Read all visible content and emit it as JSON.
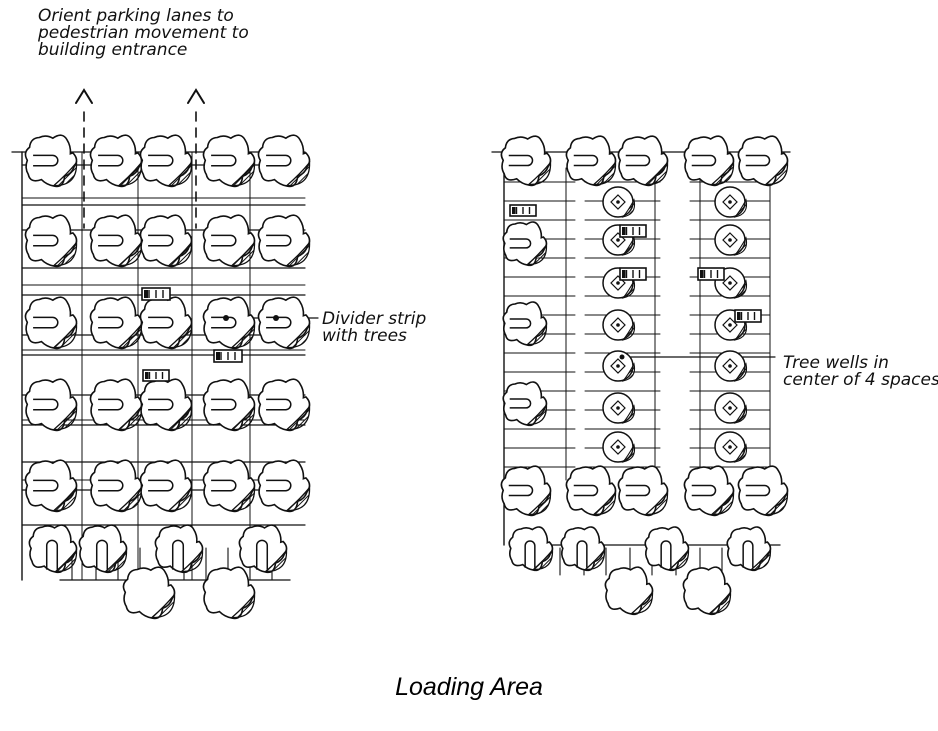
{
  "annotations": {
    "orient_parking": "Orient parking lanes to\npedestrian movement to\nbuilding entrance",
    "divider_strip": "Divider strip\nwith trees",
    "tree_wells": "Tree wells in\ncenter of 4 spaces"
  },
  "caption": "Loading Area",
  "colors": {
    "ink": "#111111",
    "paper": "#ffffff"
  },
  "icons": [
    "tree-canopy-icon",
    "tree-well-icon",
    "car-icon",
    "arrow-up-icon"
  ]
}
